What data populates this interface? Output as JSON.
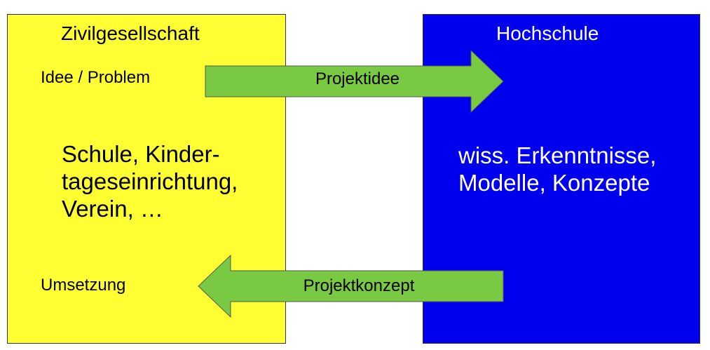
{
  "left": {
    "title": "Zivilgesellschaft",
    "top_label": "Idee / Problem",
    "body_lines": [
      "Schule, Kinder-",
      "tageseinrichtung,",
      "Verein, …"
    ],
    "bottom_label": "Umsetzung",
    "color": "#ffff33"
  },
  "right": {
    "title": "Hochschule",
    "body_lines": [
      "wiss. Erkenntnisse,",
      "Modelle, Konzepte"
    ],
    "color": "#0000ee"
  },
  "arrows": {
    "top_label": "Projektidee",
    "bottom_label": "Projektkonzept",
    "color": "#7ac943"
  }
}
